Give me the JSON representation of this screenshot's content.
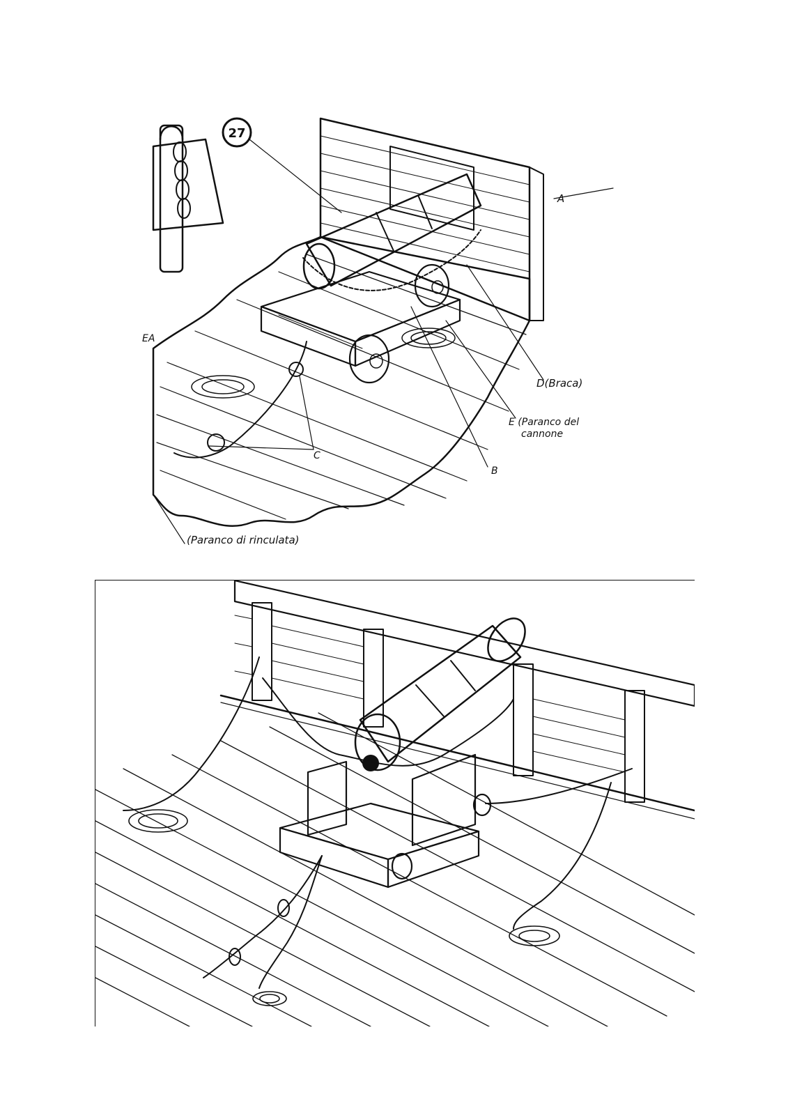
{
  "top_illustration": {
    "callout_number": "27",
    "labels": {
      "a": "A",
      "b": "B",
      "c": "C",
      "d": "D(Braca)",
      "e_line1": "E (Paranco del",
      "e_line2": "cannone",
      "recoil": "(Paranco di rinculata)",
      "edge_fragment": "EA"
    }
  }
}
